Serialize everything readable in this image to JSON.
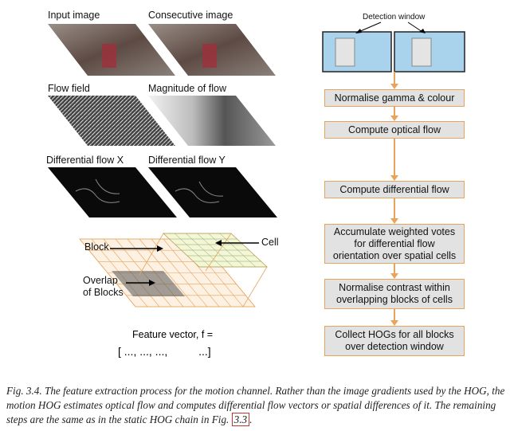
{
  "labels": {
    "input_image": "Input image",
    "consecutive_image": "Consecutive image",
    "flow_field": "Flow field",
    "magnitude_of_flow": "Magnitude of flow",
    "differential_flow_x": "Differential flow X",
    "differential_flow_y": "Differential flow Y",
    "block": "Block",
    "cell": "Cell",
    "overlap": "Overlap\nof Blocks",
    "feature_vector": "Feature vector, f =",
    "feature_vector_body": "[ ..., ..., ...,          ...]",
    "detection_window": "Detection window"
  },
  "pipeline": [
    {
      "step": "Normalise gamma & colour"
    },
    {
      "step": "Compute optical flow"
    },
    {
      "step": "Compute differential flow"
    },
    {
      "step": "Accumulate weighted votes\nfor differential flow\norientation over spatial cells"
    },
    {
      "step": "Normalise contrast within\noverlapping blocks of cells"
    },
    {
      "step": "Collect HOGs for all blocks\nover detection window"
    }
  ],
  "caption": {
    "prefix": "Fig. 3.4.",
    "text": " The feature extraction process for the motion channel. Rather than the image gradients used by the HOG, the motion HOG estimates optical flow and computes differential flow vectors or spatial differences of it. The remaining steps are the same as in the static HOG chain in Fig. ",
    "ref": "3.3",
    "suffix": "."
  },
  "colors": {
    "box_fill": "#e2e2e2",
    "box_border": "#e8a45a",
    "arrow": "#e8a45a",
    "window_fill": "#a9d3ec",
    "grid_line": "#e8a45a"
  }
}
